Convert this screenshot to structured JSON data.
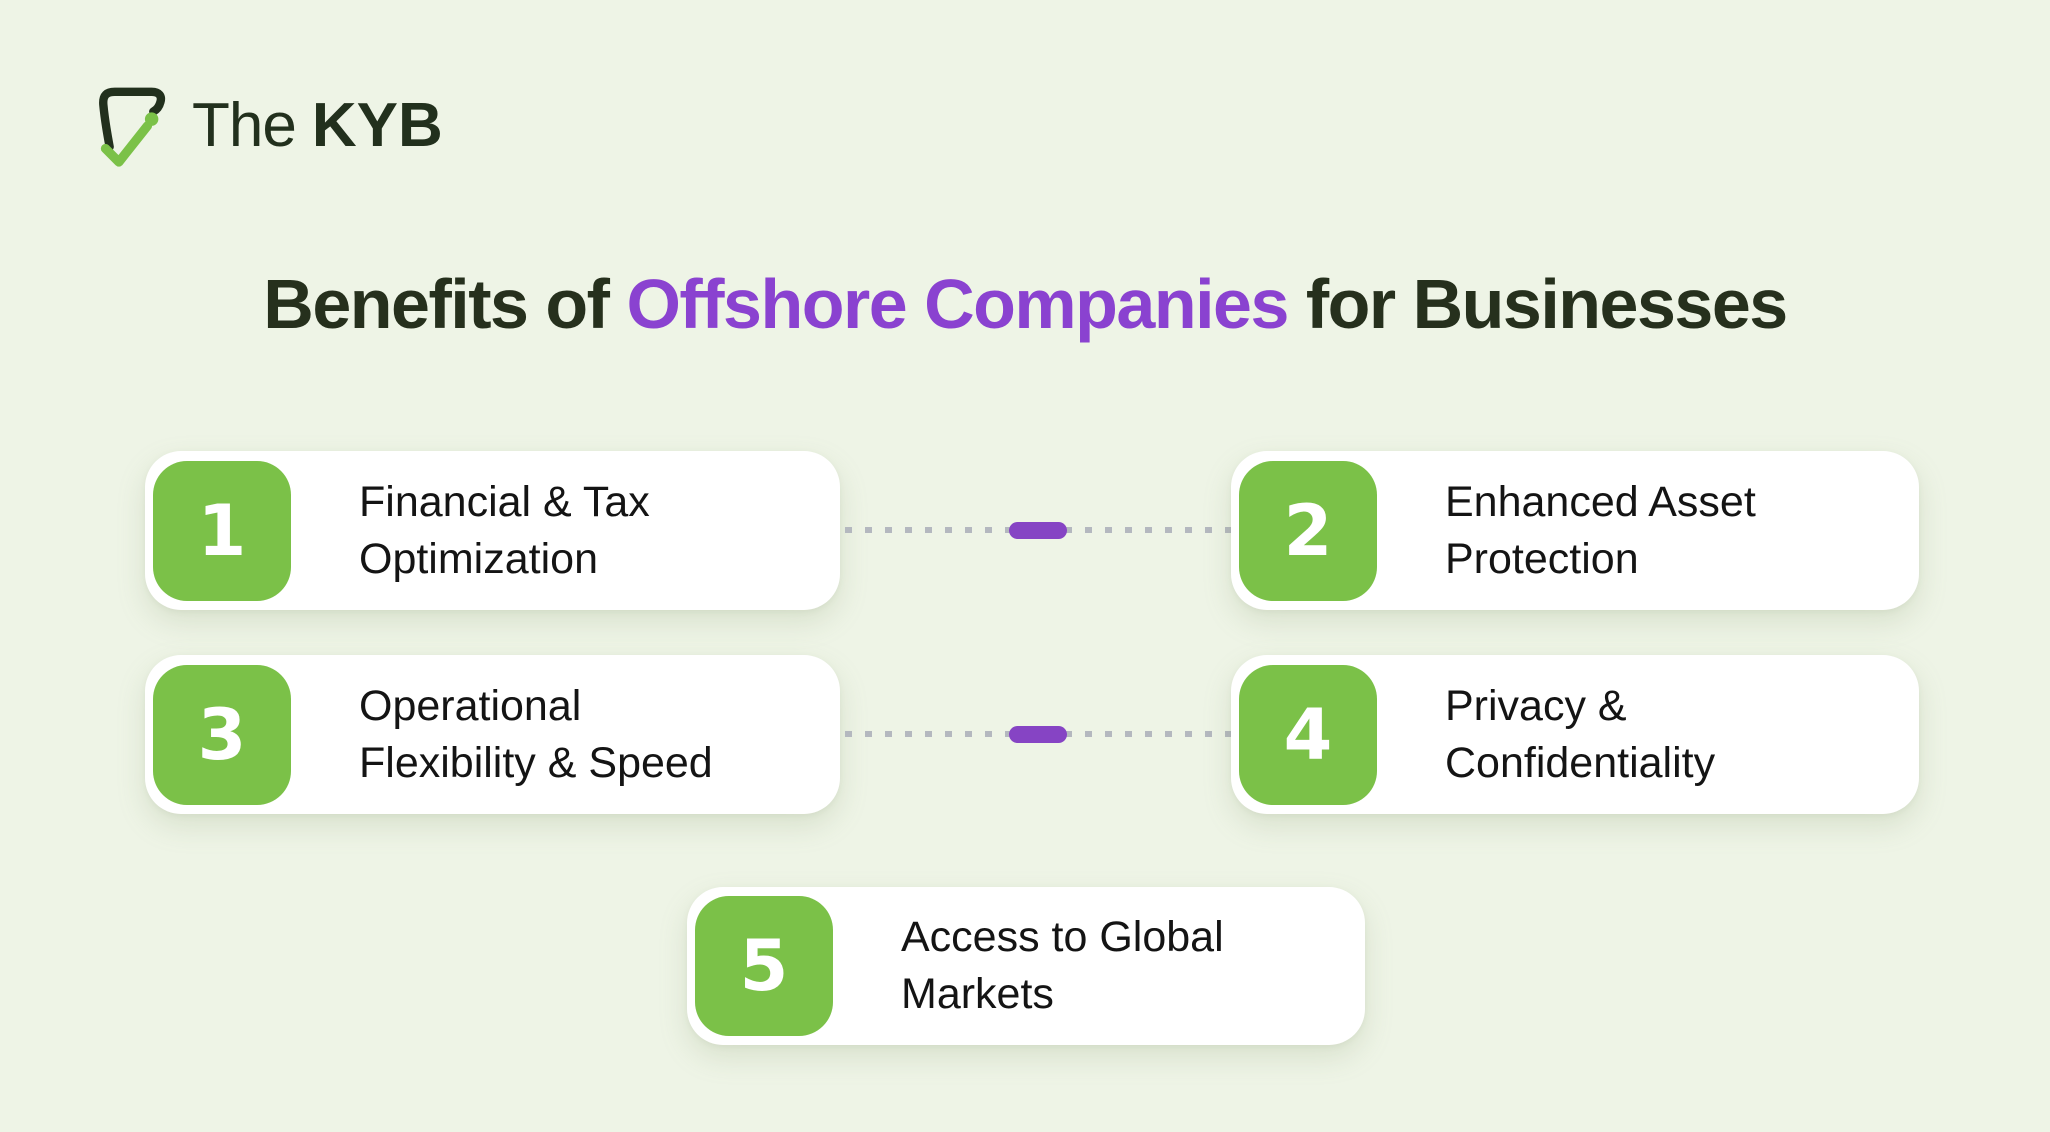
{
  "brand": {
    "word_light": "The",
    "word_bold": "KYB"
  },
  "title": {
    "part1": "Benefits of ",
    "highlight": "Offshore Companies",
    "part2": " for Businesses"
  },
  "cards": [
    {
      "number": "1",
      "line1": "Financial & Tax",
      "line2": "Optimization"
    },
    {
      "number": "2",
      "line1": "Enhanced Asset",
      "line2": "Protection"
    },
    {
      "number": "3",
      "line1": "Operational",
      "line2": "Flexibility & Speed"
    },
    {
      "number": "4",
      "line1": "Privacy &",
      "line2": "Confidentiality"
    },
    {
      "number": "5",
      "line1": "Access to Global",
      "line2": "Markets"
    }
  ],
  "icons": {
    "logo_icon": "kyb-shield-checkmark-icon"
  },
  "colors": {
    "background": "#eef4e6",
    "card_background": "#ffffff",
    "badge_green": "#7bc148",
    "logo_green": "#7bc148",
    "title_dark": "#26301d",
    "title_purple": "#8a42d0",
    "connector_pill_purple": "#8644c4",
    "connector_dash_gray": "#b4b8bf",
    "card_text": "#141414"
  }
}
